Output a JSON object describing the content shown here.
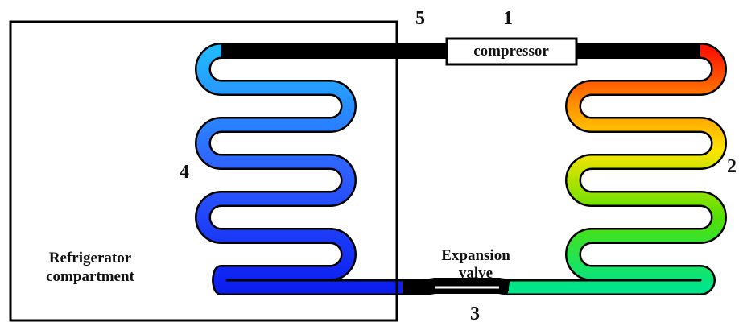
{
  "labels": {
    "n1": "1",
    "n2": "2",
    "n3": "3",
    "n4": "4",
    "n5": "5",
    "compressor": "compressor",
    "expansion_line1": "Expansion",
    "expansion_line2": "valve",
    "fridge_line1": "Refrigerator",
    "fridge_line2": "compartment"
  },
  "colors": {
    "outline": "#000000",
    "hot_start": "#ff1400",
    "hot_orange": "#ff8c00",
    "hot_yellow": "#ffe400",
    "hot_green": "#55e000",
    "hot_end": "#00e58a",
    "cold_start": "#2f7dff",
    "cold_top": "#22b8ff",
    "cold_end": "#0c1ef0",
    "valve_dark": "#0a2aa8"
  }
}
